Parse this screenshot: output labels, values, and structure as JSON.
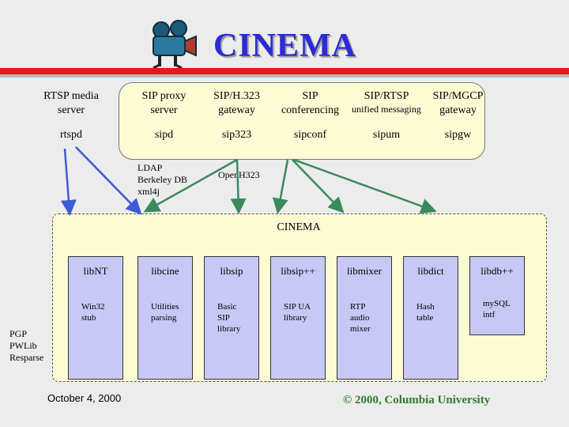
{
  "header": {
    "title": "CINEMA",
    "logo_icon": "film-camera-icon"
  },
  "top_servers": [
    {
      "name": "RTSP media server",
      "line1": "RTSP media",
      "line2": "server",
      "process": "rtspd"
    },
    {
      "name": "SIP proxy server",
      "line1": "SIP proxy",
      "line2": "server",
      "process": "sipd"
    },
    {
      "name": "SIP/H.323 gateway",
      "line1": "SIP/H.323",
      "line2": "gateway",
      "process": "sip323"
    },
    {
      "name": "SIP conferencing",
      "line1": "SIP",
      "line2": "conferencing",
      "process": "sipconf"
    },
    {
      "name": "SIP/RTSP unified messaging",
      "line1": "SIP/RTSP",
      "line2": "unified messaging",
      "process": "sipum"
    },
    {
      "name": "SIP/MGCP gateway",
      "line1": "SIP/MGCP",
      "line2": "gateway",
      "process": "sipgw"
    }
  ],
  "middle_labels": {
    "ldap_line1": "LDAP",
    "ldap_line2": "Berkeley DB",
    "ldap_line3": "xml4j",
    "openh323": "OpenH323"
  },
  "core_label": "CINEMA",
  "libraries": [
    {
      "name": "libNT",
      "desc": [
        "Win32",
        "stub"
      ]
    },
    {
      "name": "libcine",
      "desc": [
        "Utilities",
        "parsing"
      ]
    },
    {
      "name": "libsip",
      "desc": [
        "Basic",
        "SIP",
        "library"
      ]
    },
    {
      "name": "libsip++",
      "desc": [
        "SIP UA",
        "library"
      ]
    },
    {
      "name": "libmixer",
      "desc": [
        "RTP",
        "audio",
        "mixer"
      ]
    },
    {
      "name": "libdict",
      "desc": [
        "Hash",
        "table"
      ]
    },
    {
      "name": "libdb++",
      "desc": [
        "mySQL",
        "intf"
      ]
    }
  ],
  "external_libs": {
    "line1": "PGP",
    "line2": "PWLib",
    "line3": "Resparse"
  },
  "footer": {
    "date": "October 4, 2000",
    "copyright": "© 2000, Columbia University"
  },
  "colors": {
    "title": "#2b2bd6",
    "red_bar": "#e31a1a",
    "box_fill": "#fcfbd4",
    "library_fill": "#c8c8f6",
    "arrow_blue": "#3b5bd8",
    "arrow_green": "#3a8a5a",
    "copyright": "#2d7d2d"
  }
}
